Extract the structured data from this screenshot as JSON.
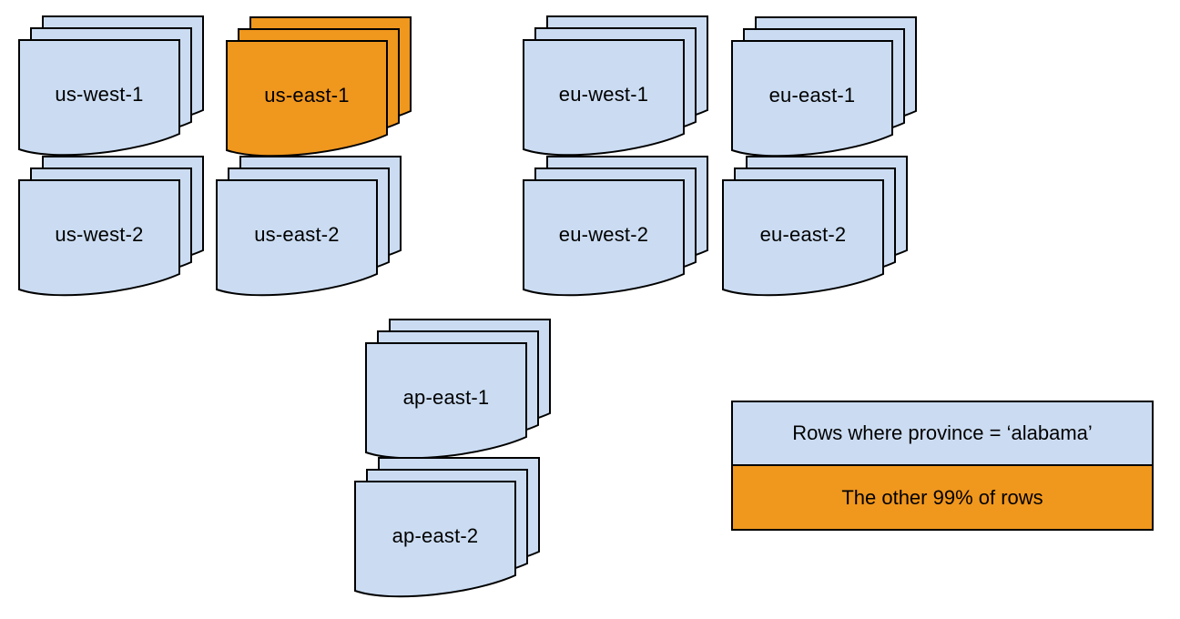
{
  "palette": {
    "region_fill_blue": "#cbdcf2",
    "region_fill_orange": "#f0971e",
    "stroke": "#000000",
    "text": "#000000"
  },
  "stacks": [
    {
      "id": "us-west-1",
      "label": "us-west-1",
      "variant": "blue"
    },
    {
      "id": "us-east-1",
      "label": "us-east-1",
      "variant": "orange"
    },
    {
      "id": "eu-west-1",
      "label": "eu-west-1",
      "variant": "blue"
    },
    {
      "id": "eu-east-1",
      "label": "eu-east-1",
      "variant": "blue"
    },
    {
      "id": "us-west-2",
      "label": "us-west-2",
      "variant": "blue"
    },
    {
      "id": "us-east-2",
      "label": "us-east-2",
      "variant": "blue"
    },
    {
      "id": "eu-west-2",
      "label": "eu-west-2",
      "variant": "blue"
    },
    {
      "id": "eu-east-2",
      "label": "eu-east-2",
      "variant": "blue"
    },
    {
      "id": "ap-east-1",
      "label": "ap-east-1",
      "variant": "blue"
    },
    {
      "id": "ap-east-2",
      "label": "ap-east-2",
      "variant": "blue"
    }
  ],
  "legend": {
    "items": [
      {
        "label": "Rows where province = ‘alabama’",
        "variant": "blue"
      },
      {
        "label": "The other 99% of rows",
        "variant": "orange"
      }
    ]
  }
}
